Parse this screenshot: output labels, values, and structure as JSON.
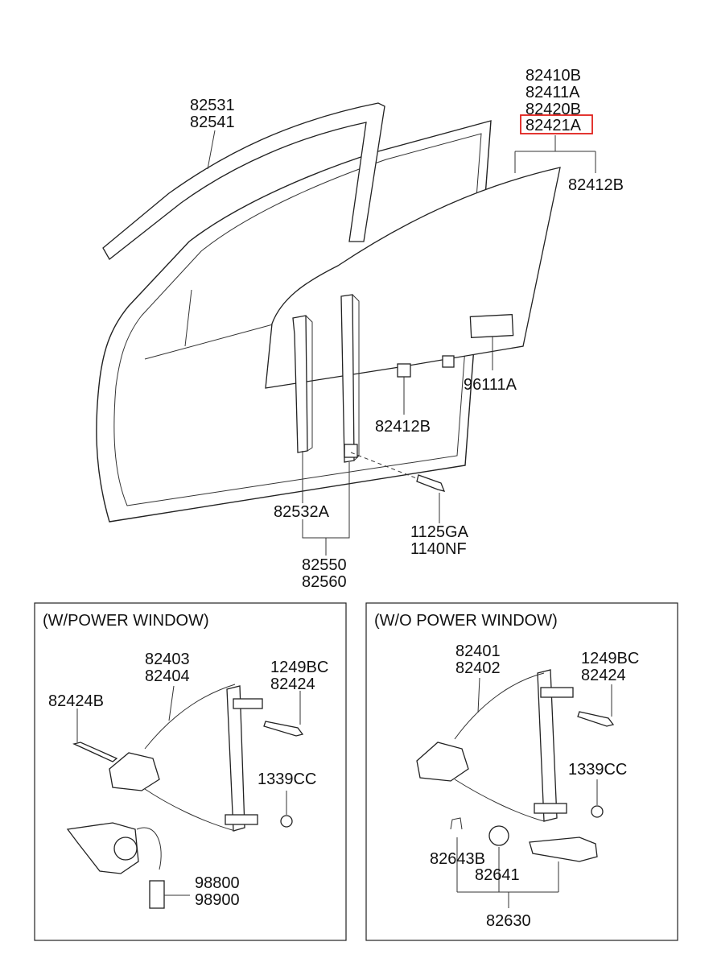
{
  "labels": {
    "glass_run_upper": [
      "82531",
      "82541"
    ],
    "glass_group": [
      "82410B",
      "82411A",
      "82420B"
    ],
    "glass_highlighted": "82421A",
    "glass_clip_right": "82412B",
    "label_part": "96111A",
    "glass_clip_lower": "82412B",
    "channel_rear": "82532A",
    "bolt": [
      "1125GA",
      "1140NF"
    ],
    "channel_assembly": [
      "82550",
      "82560"
    ]
  },
  "power_window_box": {
    "title": "(W/POWER WINDOW)",
    "regulator": [
      "82403",
      "82404"
    ],
    "bolt_right": [
      "1249BC",
      "82424"
    ],
    "bolt_left": "82424B",
    "nut": "1339CC",
    "motor": [
      "98800",
      "98900"
    ]
  },
  "manual_window_box": {
    "title": "(W/O POWER WINDOW)",
    "regulator": [
      "82401",
      "82402"
    ],
    "bolt_right": [
      "1249BC",
      "82424"
    ],
    "nut": "1339CC",
    "clip": "82643B",
    "washer": "82641",
    "handle_assembly": "82630"
  },
  "colors": {
    "highlight": "#e0201c",
    "line": "#222222",
    "background": "#ffffff"
  }
}
